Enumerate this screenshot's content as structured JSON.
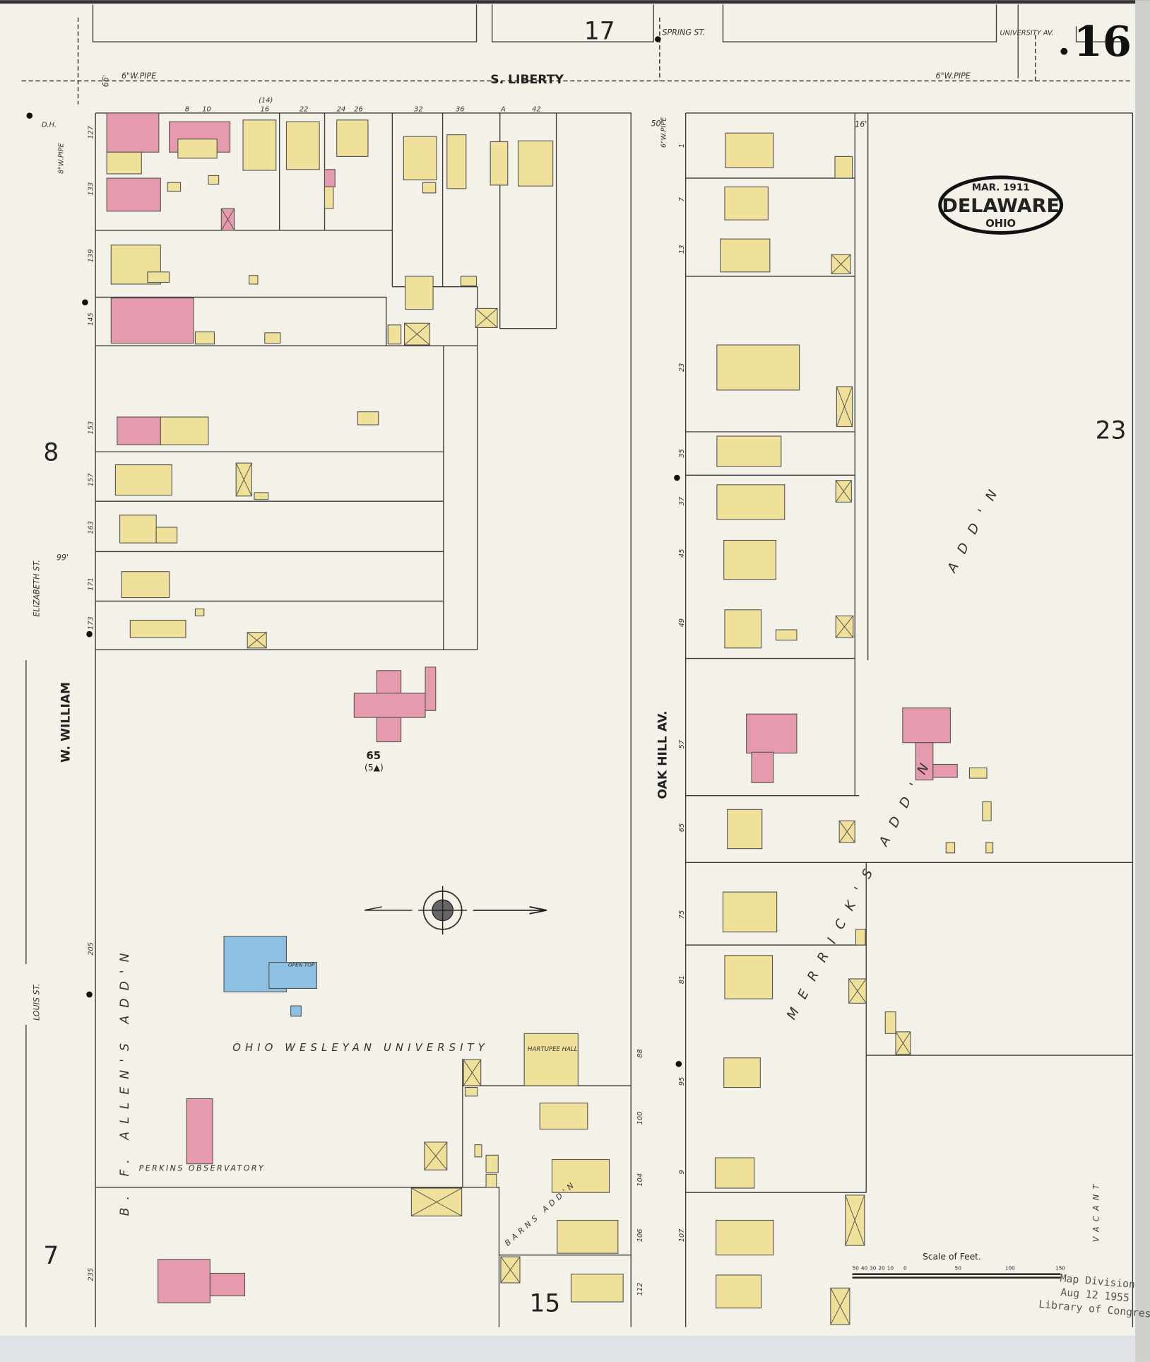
{
  "sheet": {
    "number": "16",
    "adjacent_sheets": {
      "top": "17",
      "left_upper": "8",
      "left_lower": "7",
      "right": "23",
      "bottom": "15"
    }
  },
  "title_block": {
    "date": "MAR. 1911",
    "city": "DELAWARE",
    "state": "OHIO"
  },
  "streets": {
    "s_liberty": "S. LIBERTY",
    "spring_st": "SPRING ST.",
    "university_av": "UNIVERSITY AV.",
    "w_william": "W. WILLIAM",
    "oak_hill_av": "OAK HILL AV.",
    "elizabeth_st": "ELIZABETH ST.",
    "louis_st": "LOUIS ST."
  },
  "annotations": {
    "pipe_left": "6\"W.PIPE",
    "pipe_right": "6\"W.PIPE",
    "pipe_oak": "6\"W.PIPE",
    "pipe_william": "8\"W.PIPE",
    "width_66": "66'",
    "width_99": "99'",
    "width_50": "50'",
    "width_16": "16'",
    "dh": "D.H."
  },
  "areas": {
    "university": "OHIO WESLEYAN UNIVERSITY",
    "observatory": "PERKINS OBSERVATORY",
    "hall": "HARTUPEE HALL",
    "allens_add": "B. F. ALLEN'S ADD'N",
    "merricks_add": "MERRICK'S ADD'N",
    "barns_add": "BARNS ADD'N",
    "add_n_right": "ADD'N",
    "vacant": "VACANT",
    "building_65": "65",
    "building_65_sub": "(5▲)",
    "open_top": "OPEN TOP"
  },
  "house_numbers": {
    "liberty_top": [
      "8",
      "10",
      "(14)",
      "16",
      "22",
      "24",
      "26",
      "32",
      "36",
      "A",
      "42"
    ],
    "william": [
      "127",
      "133",
      "139",
      "145",
      "153",
      "157",
      "163",
      "171",
      "173",
      "205",
      "235"
    ],
    "oak_hill_west": [
      "88",
      "100",
      "104",
      "106",
      "112"
    ],
    "oak_hill_east": [
      "1",
      "7",
      "13",
      "23",
      "35",
      "37",
      "45",
      "49",
      "57",
      "65",
      "75",
      "81",
      "95",
      "9",
      "107"
    ]
  },
  "scale": {
    "label": "Scale of Feet.",
    "ticks": [
      "50",
      "40",
      "30",
      "20",
      "10",
      "0",
      "50",
      "100",
      "150"
    ]
  },
  "stamp": {
    "line1": "Map Division",
    "line2": "Aug 12 1955",
    "line3": "Library of Congress"
  },
  "colors": {
    "paper": "#f4f2e8",
    "frame": "#ffffff",
    "brick": "#e59aae",
    "frame_dwelling": "#f0e19a",
    "stone_fireproof": "#8ec0e2"
  }
}
